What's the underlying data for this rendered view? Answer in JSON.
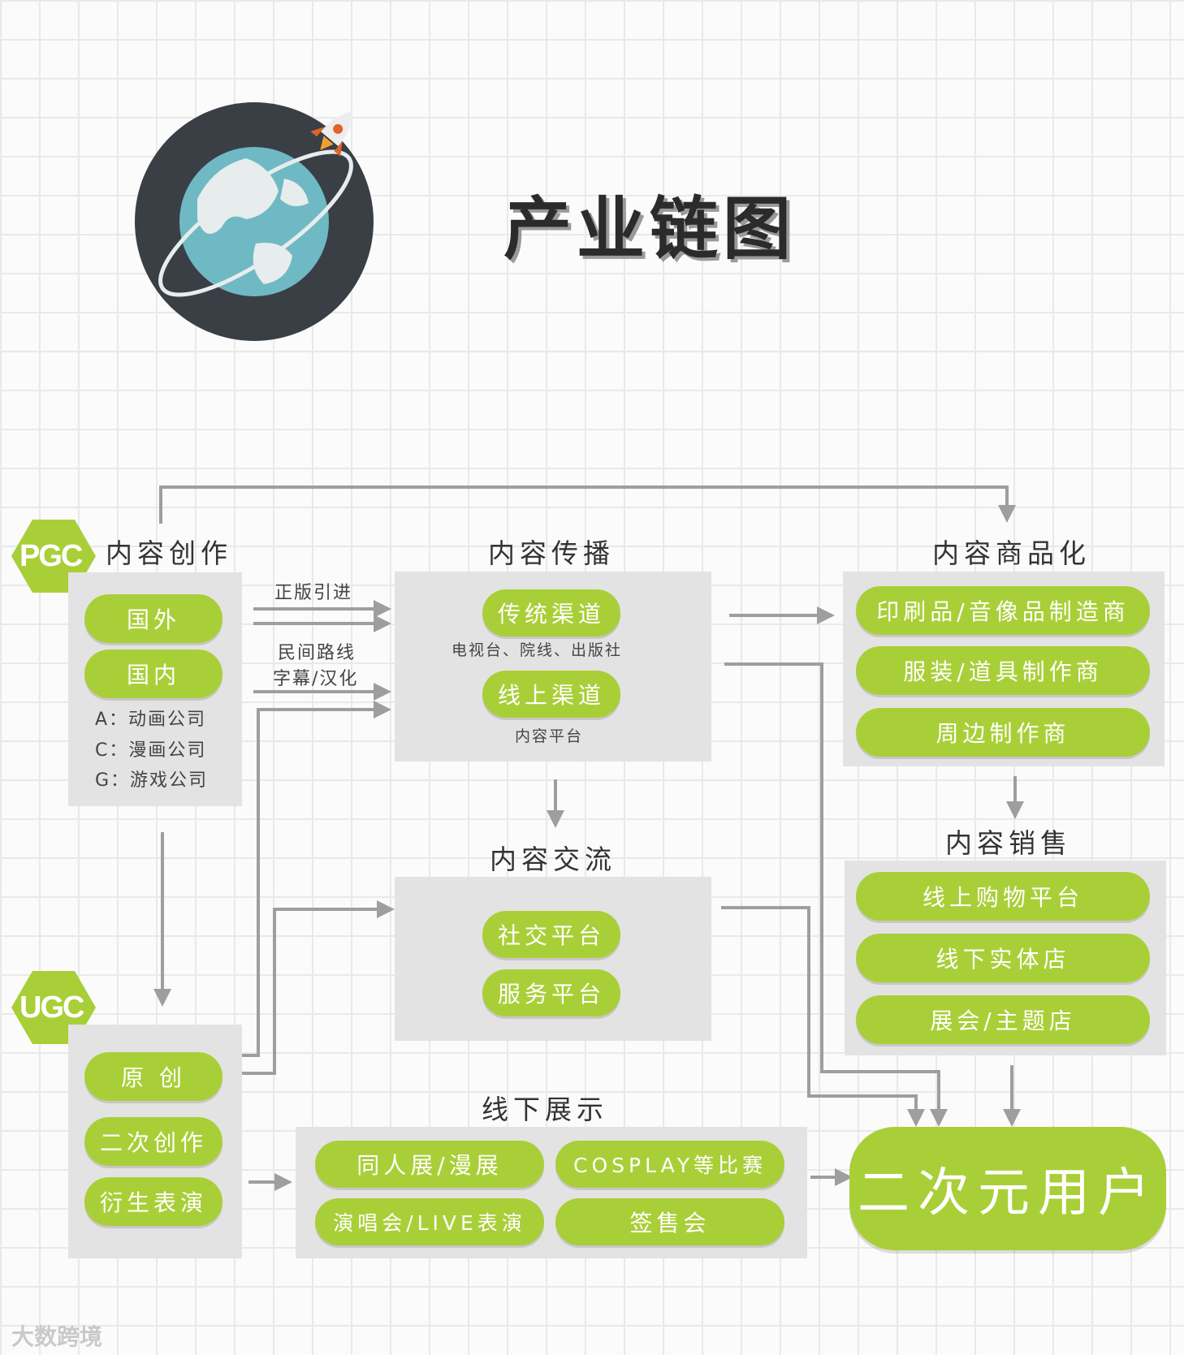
{
  "title": "产业链图",
  "colors": {
    "accent": "#a9cf38",
    "panel": "#e3e3e3",
    "arrow": "#9e9e9e",
    "text": "#333333"
  },
  "pgc": {
    "badge": "PGC",
    "heading": "内容创作",
    "items": [
      "国外",
      "国内"
    ],
    "notes": [
      "A：动画公司",
      "C：漫画公司",
      "G：游戏公司"
    ]
  },
  "ugc": {
    "badge": "UGC",
    "items": [
      "原 创",
      "二次创作",
      "衍生表演"
    ]
  },
  "dissemination": {
    "heading": "内容传播",
    "traditional": "传统渠道",
    "traditional_note": "电视台、院线、出版社",
    "online": "线上渠道",
    "online_note": "内容平台"
  },
  "arrow_labels": {
    "official": "正版引进",
    "folk": "民间路线",
    "subtitle": "字幕/汉化"
  },
  "exchange": {
    "heading": "内容交流",
    "items": [
      "社交平台",
      "服务平台"
    ]
  },
  "offline": {
    "heading": "线下展示",
    "items": [
      "同人展/漫展",
      "COSPLAY等比赛",
      "演唱会/LIVE表演",
      "签售会"
    ]
  },
  "merch": {
    "heading": "内容商品化",
    "items": [
      "印刷品/音像品制造商",
      "服装/道具制作商",
      "周边制作商"
    ]
  },
  "sales": {
    "heading": "内容销售",
    "items": [
      "线上购物平台",
      "线下实体店",
      "展会/主题店"
    ]
  },
  "target": "二次元用户",
  "watermark": "大数跨境",
  "icons": [
    "globe-rocket-icon",
    "pgc-hexagon-icon",
    "ugc-hexagon-icon"
  ]
}
